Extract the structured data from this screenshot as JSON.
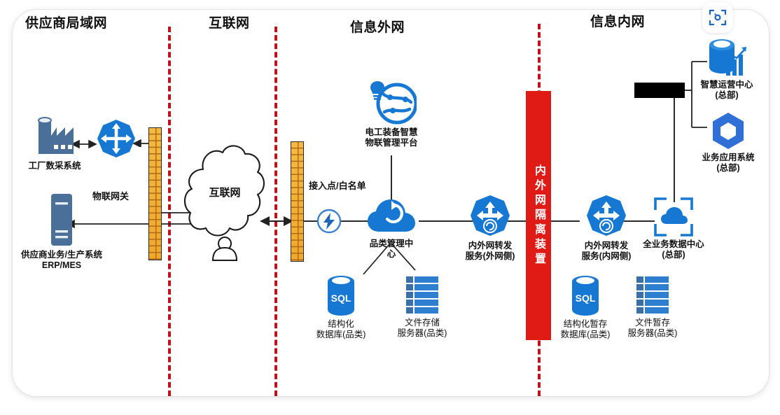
{
  "zones": [
    {
      "id": "supplier-lan",
      "label": "供应商局域网"
    },
    {
      "id": "internet",
      "label": "互联网"
    },
    {
      "id": "info-extranet",
      "label": "信息外网"
    },
    {
      "id": "info-intranet",
      "label": "信息内网"
    }
  ],
  "nodes": {
    "factory": {
      "label": "工厂数采系统",
      "icon": "factory-icon"
    },
    "iot_router": {
      "label": "",
      "icon": "router-icon"
    },
    "supplier_erp": {
      "label": "供应商业务/生产系统\nERP/MES",
      "icon": "server-icon"
    },
    "internet_cloud": {
      "label": "互联网",
      "icon": "cloud-sketch-icon"
    },
    "gateway_bolt": {
      "label": "",
      "icon": "lightning-circle-icon"
    },
    "iot_platform": {
      "label": "电工装备智慧\n物联管理平台",
      "icon": "iot-globe-bulb-icon"
    },
    "category_center": {
      "label": "品类管理中心",
      "icon": "cloud-sync-icon"
    },
    "fwd_outer": {
      "label": "内外网转发\n服务(外网侧)",
      "icon": "forward-service-icon"
    },
    "fwd_inner": {
      "label": "内外网转发\n服务(内网侧)",
      "icon": "forward-service-icon"
    },
    "data_center": {
      "label": "全业务数据中心\n(总部)",
      "icon": "datacenter-cloud-icon"
    },
    "sql_outer": {
      "label": "结构化\n数据库(品类)",
      "icon": "sql-database-icon"
    },
    "file_outer": {
      "label": "文件存储\n服务器(品类)",
      "icon": "file-server-icon"
    },
    "sql_inner": {
      "label": "结构化暂存\n数据库(品类)",
      "icon": "sql-database-icon"
    },
    "file_inner": {
      "label": "文件暂存\n服务器(品类)",
      "icon": "file-server-icon"
    },
    "smart_ops": {
      "label": "智慧运营中心\n(总部)",
      "icon": "analytics-database-icon"
    },
    "biz_app": {
      "label": "业务应用系统\n(总部)",
      "icon": "hexagon-app-icon"
    }
  },
  "labels": {
    "iot_gateway": "物联网关",
    "whitelist": "接入点/白名单"
  },
  "isolation_device": {
    "label": "内外网隔离装置"
  },
  "scan_icon": {
    "name": "scan-code-icon"
  },
  "redaction": {
    "name": "redacted-block"
  },
  "colors": {
    "accent_blue": "#1778d4",
    "steel_blue": "#4a7099",
    "isolation_red": "#e01b16",
    "separator_red": "#c0111a",
    "brick_orange": "#f5b942",
    "line_dark": "#2b2b2b"
  }
}
